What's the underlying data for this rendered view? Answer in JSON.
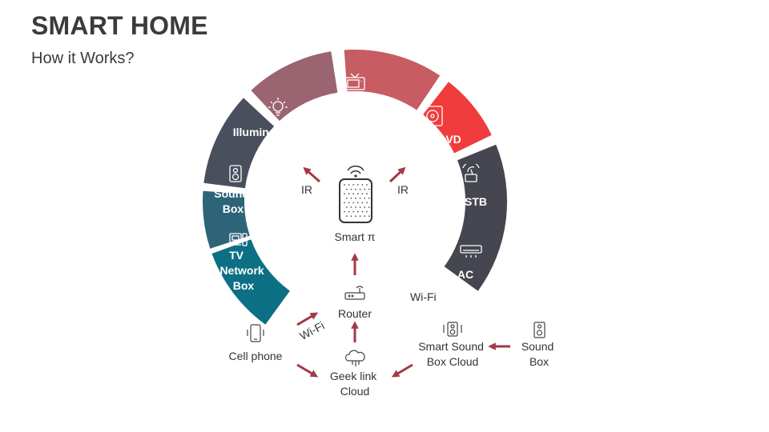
{
  "header": {
    "title": "SMART HOME",
    "subtitle": "How it Works?"
  },
  "colors": {
    "arrow": "#a33a44",
    "text": "#333333",
    "segments": [
      "#0d6f84",
      "#2e6478",
      "#4a4f5e",
      "#9a6470",
      "#c75c63",
      "#f03c3c",
      "#45464f"
    ]
  },
  "segments": [
    {
      "label_lines": [
        "TV",
        "Network",
        "Box"
      ],
      "icon": "tv-box-icon"
    },
    {
      "label_lines": [
        "Sound",
        "Box"
      ],
      "icon": "speaker-icon"
    },
    {
      "label_lines": [
        "Illumination"
      ],
      "icon": "light-bulb-icon"
    },
    {
      "label_lines": [
        "TV"
      ],
      "icon": "tv-icon"
    },
    {
      "label_lines": [
        "DVD"
      ],
      "icon": "dvd-icon"
    },
    {
      "label_lines": [
        "STB"
      ],
      "icon": "satellite-box-icon"
    },
    {
      "label_lines": [
        "AC"
      ],
      "icon": "air-conditioner-icon"
    }
  ],
  "center": {
    "label": "Smart π",
    "icon": "smart-speaker-icon"
  },
  "labels": {
    "ir_left": "IR",
    "ir_right": "IR",
    "wifi_right": "Wi-Fi",
    "wifi_arrow": "Wi-Fi",
    "router": "Router",
    "cell_phone": "Cell phone",
    "geek_link_lines": [
      "Geek link",
      "Cloud"
    ],
    "smart_sound_lines": [
      "Smart Sound",
      "Box Cloud"
    ],
    "sound_box_lines": [
      "Sound",
      "Box"
    ]
  }
}
